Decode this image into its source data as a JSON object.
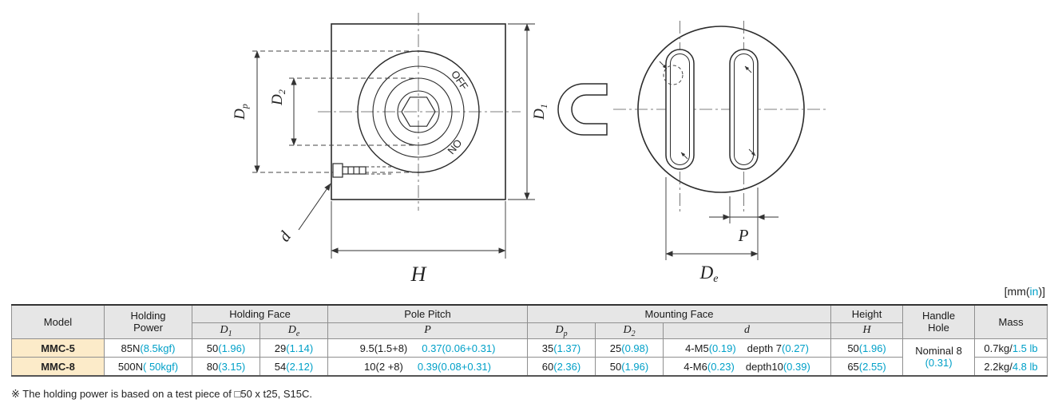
{
  "colors": {
    "accent": "#00a0c8",
    "header_bg": "#e6e6e6",
    "model_cell_bg": "#fcebc9"
  },
  "units_label": {
    "pre": "[mm(",
    "accent": "in",
    "post": ")]"
  },
  "drawing": {
    "left_view": {
      "dial_off": "OFF",
      "dial_on": "ON",
      "dim_dp": {
        "base": "D",
        "sub": "p"
      },
      "dim_d2": {
        "base": "D",
        "sub": "2"
      },
      "dim_d1": {
        "base": "D",
        "sub": "1"
      },
      "dim_h": "H",
      "dim_d": "d"
    },
    "right_view": {
      "dim_p": "P",
      "dim_de": {
        "base": "D",
        "sub": "e"
      }
    }
  },
  "table": {
    "headers": {
      "model": "Model",
      "holding_power_l1": "Holding",
      "holding_power_l2": "Power",
      "holding_face": "Holding Face",
      "pole_pitch": "Pole Pitch",
      "mounting_face": "Mounting Face",
      "height": "Height",
      "handle_hole_l1": "Handle",
      "handle_hole_l2": "Hole",
      "mass": "Mass",
      "sub": {
        "d1": {
          "base": "D",
          "sub": "1"
        },
        "de": {
          "base": "D",
          "sub": "e"
        },
        "p": {
          "base": "P",
          "sub": ""
        },
        "dp": {
          "base": "D",
          "sub": "p"
        },
        "d2": {
          "base": "D",
          "sub": "2"
        },
        "d": {
          "base": "d",
          "sub": ""
        },
        "h": {
          "base": "H",
          "sub": ""
        }
      }
    },
    "rows": [
      {
        "model": "MMC-5",
        "holding_power": {
          "mm": "85N",
          "in": "(8.5kgf)"
        },
        "d1": {
          "mm": "50",
          "in": "(1.96)"
        },
        "de": {
          "mm": "29",
          "in": "(1.14)"
        },
        "p": {
          "mm": "9.5(1.5+8)",
          "in": "0.37(0.06+0.31)"
        },
        "dp": {
          "mm": "35",
          "in": "(1.37)"
        },
        "d2": {
          "mm": "25",
          "in": "(0.98)"
        },
        "d": {
          "mm1": "4-M5",
          "in1": "(0.19)",
          "mm2": "depth 7",
          "in2": "(0.27)"
        },
        "h": {
          "mm": "50",
          "in": "(1.96)"
        },
        "mass": {
          "mm": "0.7kg/",
          "in": "1.5 lb"
        }
      },
      {
        "model": "MMC-8",
        "holding_power": {
          "mm": "500N",
          "in": "( 50kgf)"
        },
        "d1": {
          "mm": "80",
          "in": "(3.15)"
        },
        "de": {
          "mm": "54",
          "in": "(2.12)"
        },
        "p": {
          "mm": "10(2 +8)",
          "in": "0.39(0.08+0.31)"
        },
        "dp": {
          "mm": "60",
          "in": "(2.36)"
        },
        "d2": {
          "mm": "50",
          "in": "(1.96)"
        },
        "d": {
          "mm1": "4-M6",
          "in1": "(0.23)",
          "mm2": "depth10",
          "in2": "(0.39)"
        },
        "h": {
          "mm": "65",
          "in": "(2.55)"
        },
        "mass": {
          "mm": "2.2kg/",
          "in": "4.8 lb"
        }
      }
    ],
    "handle_hole": {
      "line1": "Nominal 8",
      "line2": "(0.31)"
    }
  },
  "footnote": "※ The holding power is based on a test piece of □50 x t25, S15C."
}
